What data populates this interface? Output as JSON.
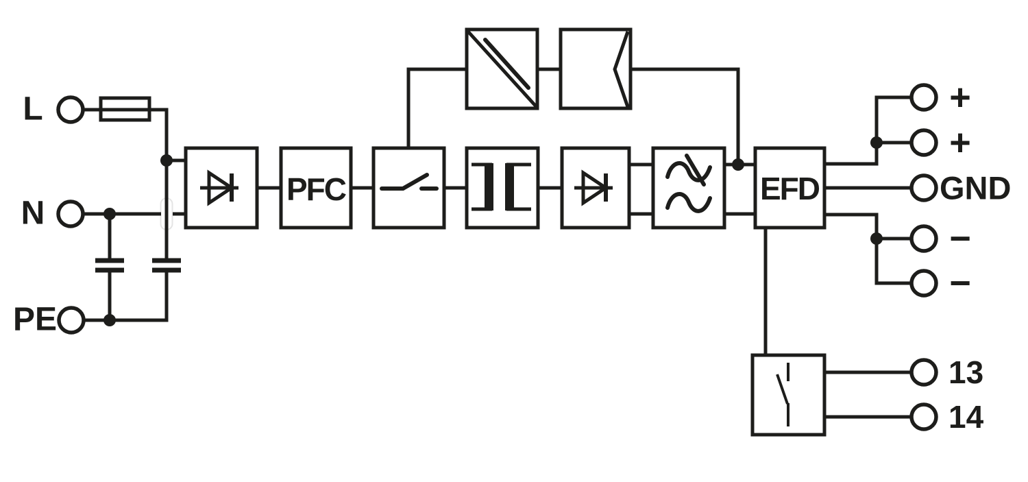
{
  "colors": {
    "ink": "#1d1d1b",
    "background": "#ffffff"
  },
  "terminals": {
    "left": [
      {
        "label": "L"
      },
      {
        "label": "N"
      },
      {
        "label": "PE"
      }
    ],
    "right": [
      {
        "label": "+"
      },
      {
        "label": "+"
      },
      {
        "label": "GND"
      },
      {
        "label": "−"
      },
      {
        "label": "−"
      }
    ],
    "relay": [
      {
        "label": "13"
      },
      {
        "label": "14"
      }
    ]
  },
  "blocks": {
    "pfc": {
      "label": "PFC"
    },
    "efd": {
      "label": "EFD"
    },
    "icons": {
      "input_fuse": "fuse-icon",
      "input_rectifier": "diode-icon",
      "switching_stage": "switch-contact-icon",
      "transformer": "transformer-winding-icon",
      "output_rectifier": "diode-icon",
      "output_filter": "sine-filter-icon",
      "converter": "diagonal-slash-icon",
      "boost": "chevron-icon",
      "signal_relay": "relay-contact-icon",
      "suppression_capacitors": "capacitor-icon"
    }
  }
}
